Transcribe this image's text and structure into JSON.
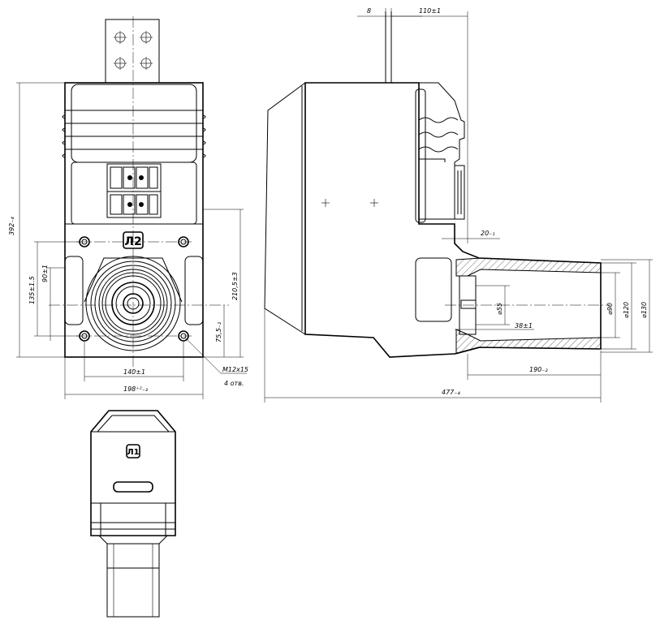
{
  "front_view": {
    "marking": "Л2",
    "dims": {
      "height_total": "392₋₄",
      "h135": "135±1.5",
      "h90": "90±1",
      "h210": "210,5±3",
      "h75": "75,5₋₂",
      "w140": "140±1",
      "w198": "198⁺²₋₃",
      "thread": "M12x15",
      "thread_qty": "4 отв."
    }
  },
  "side_view": {
    "dims": {
      "top8": "8",
      "top110": "110±1",
      "d20": "20₋₁",
      "d55": "⌀55",
      "d38": "38±1",
      "d90": "⌀90",
      "d120": "⌀120",
      "d130": "⌀130",
      "l190": "190₋₂",
      "l477": "477₋₄"
    }
  },
  "bottom_view": {
    "marking": "Л1"
  }
}
